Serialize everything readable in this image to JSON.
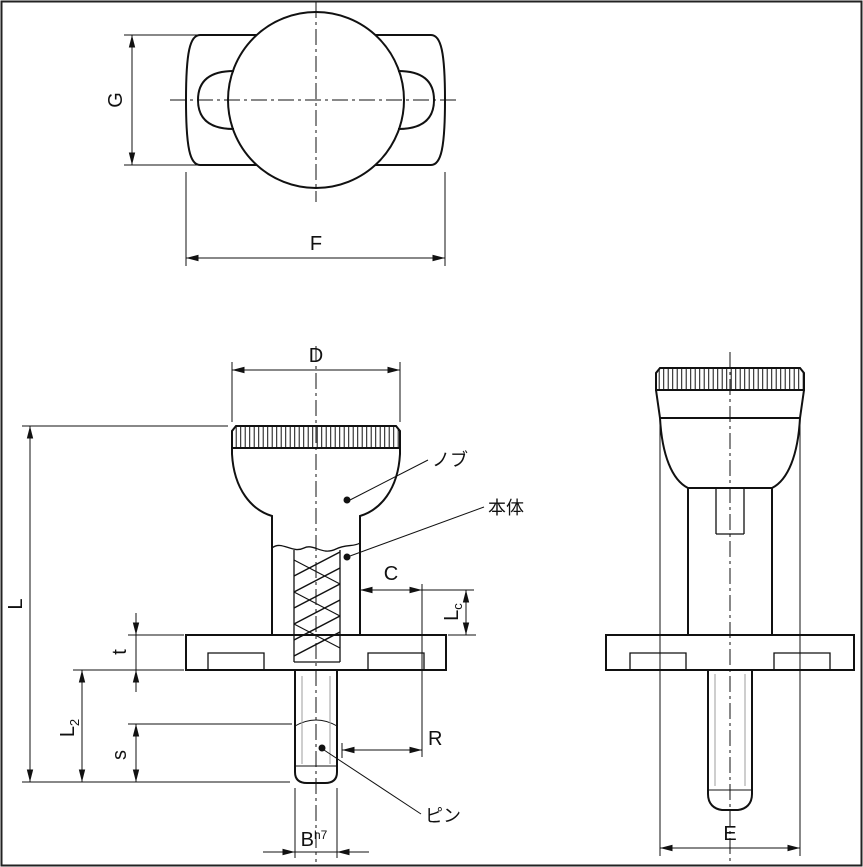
{
  "drawing": {
    "colors": {
      "line": "#111111",
      "background": "#ffffff",
      "light_line": "#9e9e9e"
    },
    "labels": {
      "G": "G",
      "F": "F",
      "D": "D",
      "L": "L",
      "t": "t",
      "L2_base": "L",
      "L2_sub": "2",
      "s": "s",
      "C": "C",
      "Lc_base": "L",
      "Lc_sub": "c",
      "R": "R",
      "B_base": "B",
      "B_sup": "h7",
      "E": "E"
    },
    "callouts": {
      "knob": "ノブ",
      "body": "本体",
      "pin": "ピン"
    }
  }
}
